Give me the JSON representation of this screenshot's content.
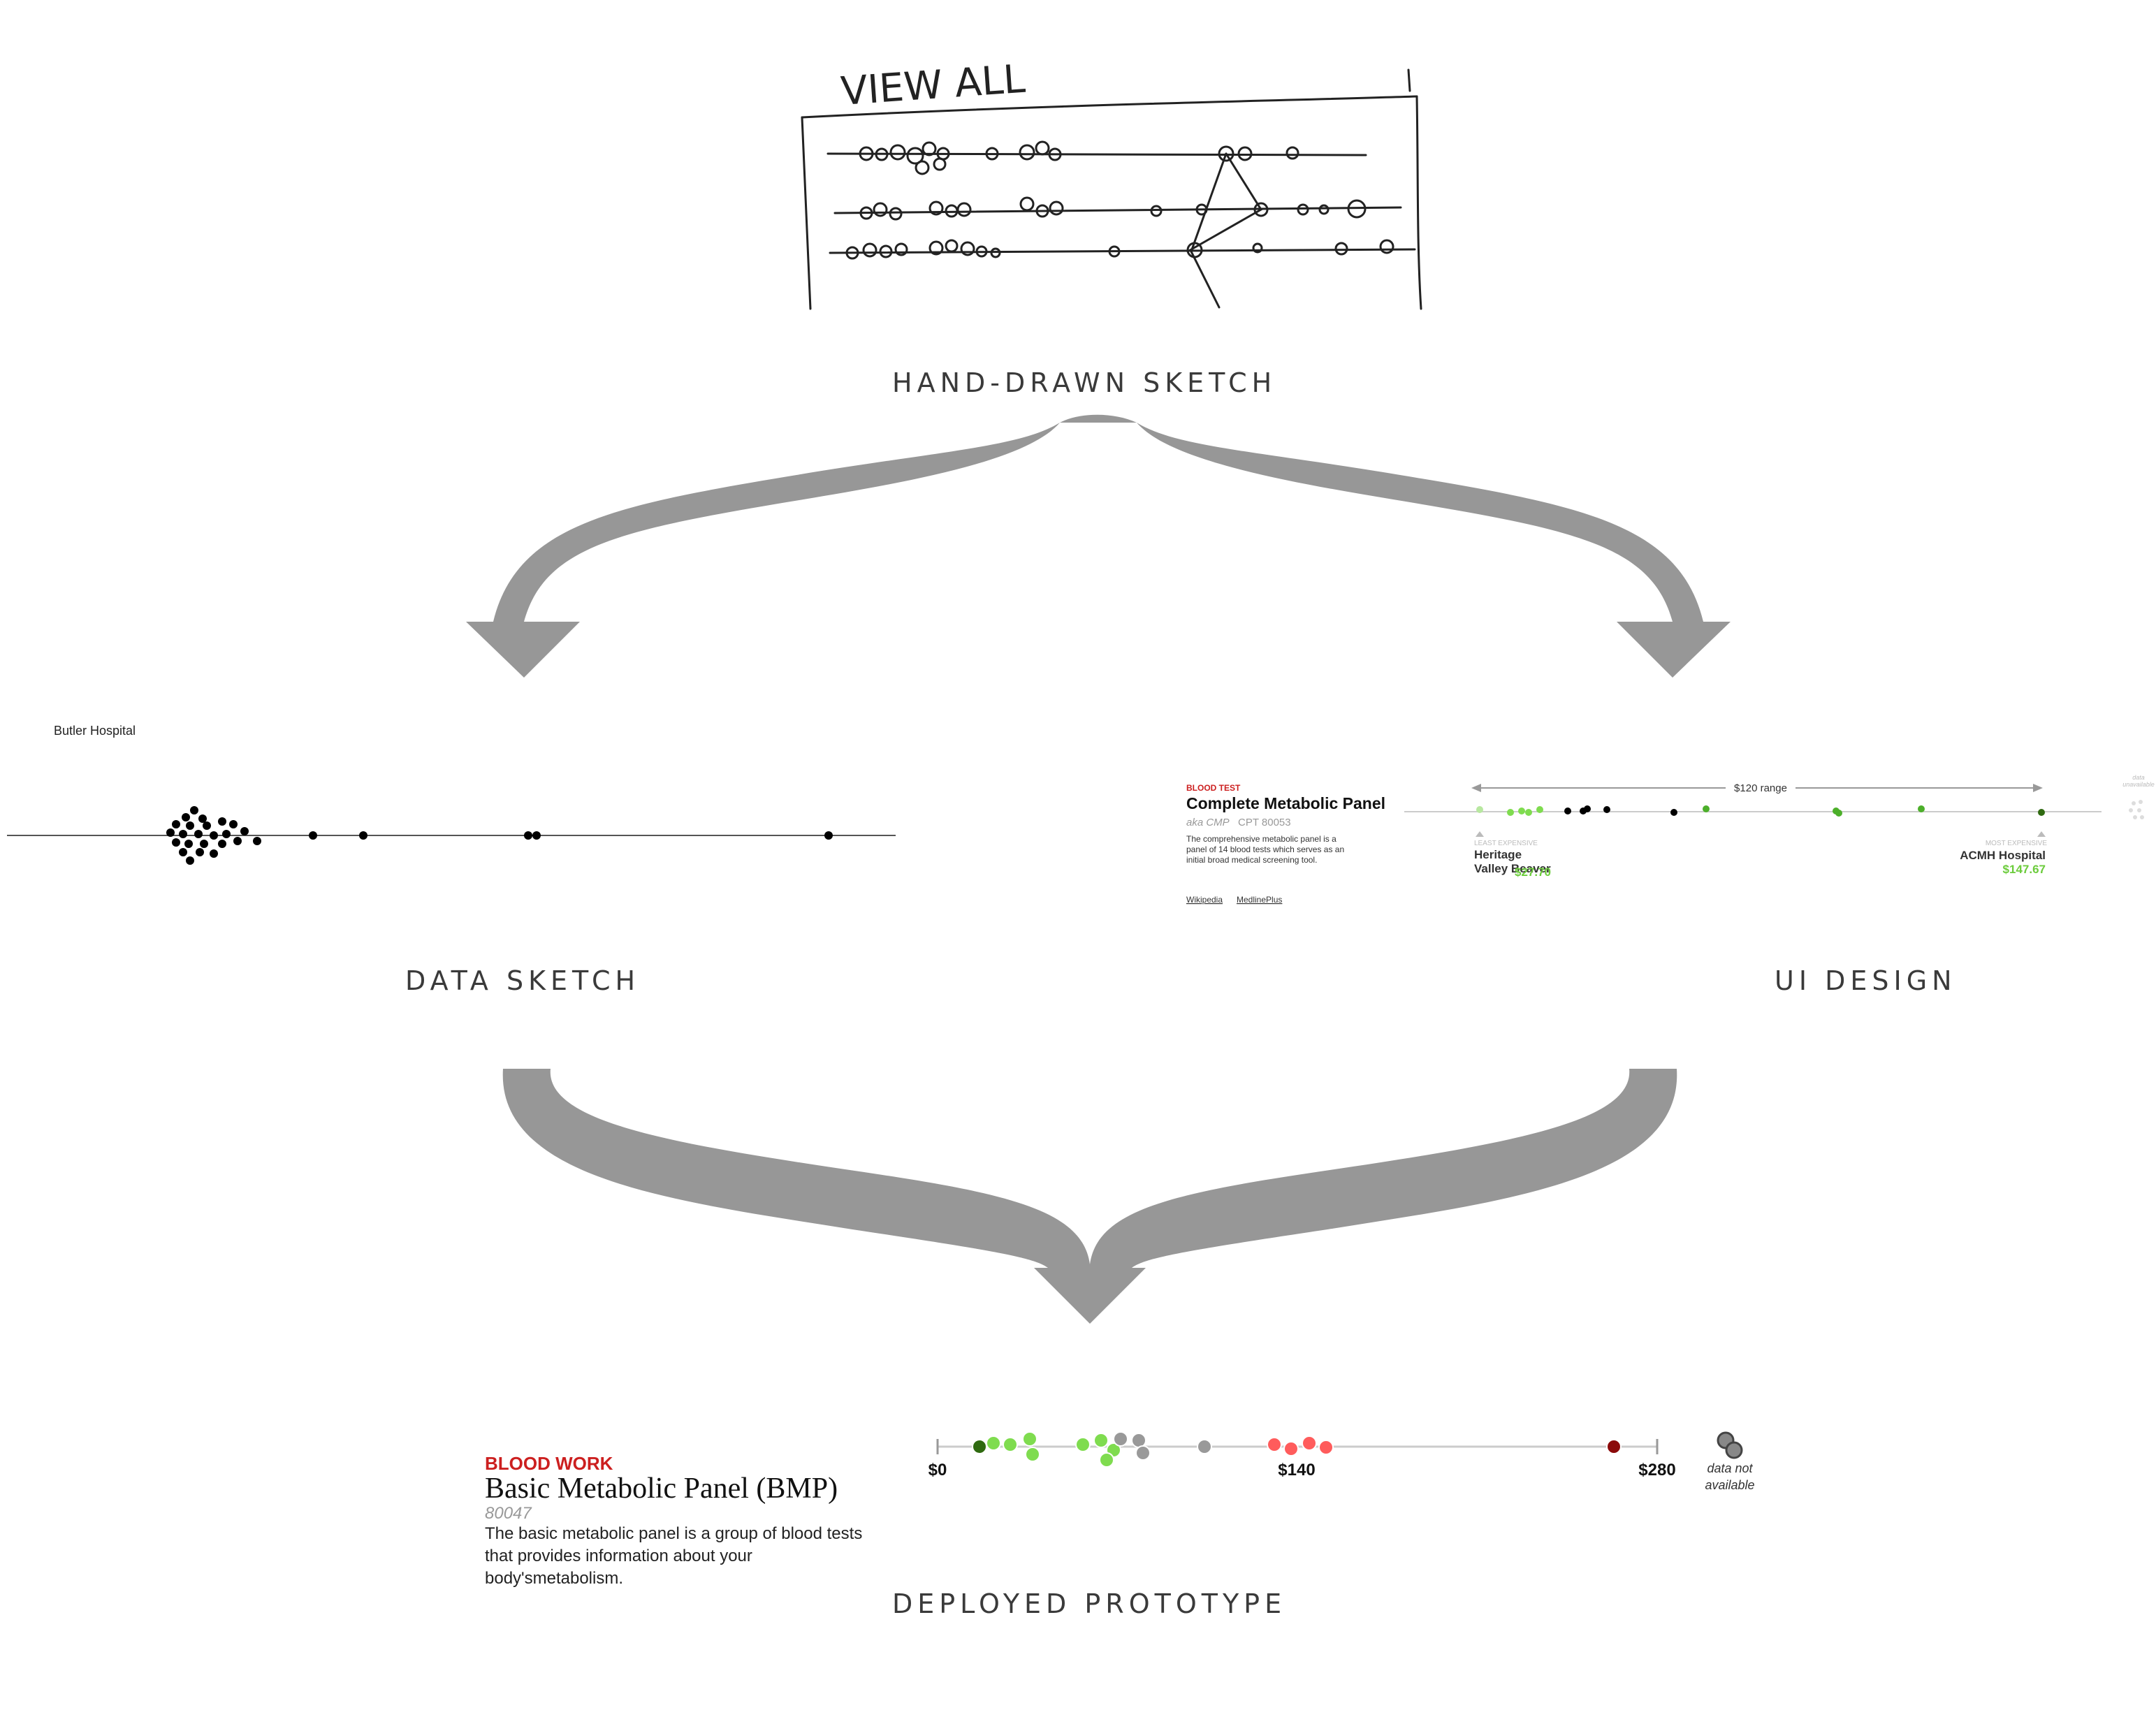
{
  "stages": {
    "hand_drawn": {
      "label": "HAND-DRAWN SKETCH",
      "sketch_title": "VIEW ALL"
    },
    "data_sketch": {
      "label": "DATA SKETCH",
      "hospital": "Butler Hospital"
    },
    "ui_design": {
      "label": "UI DESIGN",
      "eyebrow": "BLOOD TEST",
      "title": "Complete Metabolic Panel",
      "aka": "aka CMP",
      "cpt": "CPT 80053",
      "description": "The comprehensive metabolic panel is a panel of 14 blood tests which serves as an initial broad medical screening tool.",
      "links": [
        "Wikipedia",
        "MedlinePlus"
      ],
      "range_label": "$120 range",
      "least_label": "LEAST EXPENSIVE",
      "least_name": "Heritage Valley Beaver",
      "least_price": "$27.70",
      "most_label": "MOST EXPENSIVE",
      "most_name": "ACMH Hospital",
      "most_price": "$147.67",
      "unavailable_label": "data unavailable"
    },
    "deployed": {
      "label": "DEPLOYED PROTOTYPE",
      "eyebrow": "BLOOD WORK",
      "title": "Basic Metabolic Panel (BMP)",
      "code": "80047",
      "description": "The basic metabolic panel is a group of blood tests that provides information about your body'smetabolism.",
      "axis": {
        "min_label": "$0",
        "mid_label": "$140",
        "max_label": "$280"
      },
      "na_label": "data not available"
    }
  },
  "colors": {
    "arrow": "#979797",
    "label": "#3a3a3a",
    "accent_red": "#cc1f1f",
    "light_green": "#7fdc4f",
    "dark_green": "#2f6a10",
    "grey_dot": "#999999",
    "light_red": "#ff5c5c",
    "dark_red": "#8b0a0a"
  }
}
